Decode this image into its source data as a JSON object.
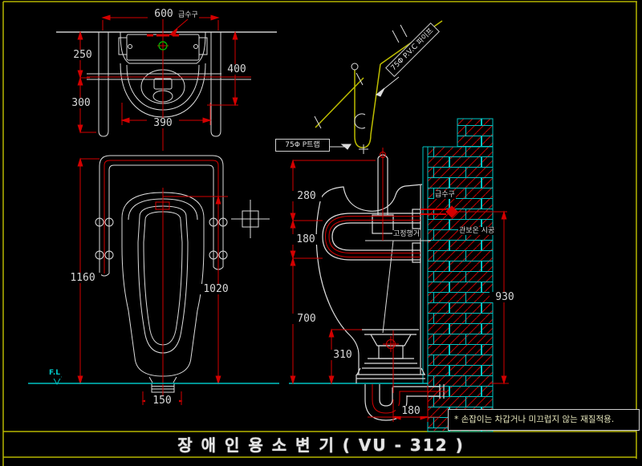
{
  "colors": {
    "background": "#000000",
    "line_red": "#d40000",
    "line_cyan": "#00c3c3",
    "line_yellow": "#bdbd00",
    "line_green": "#00c000",
    "line_white": "#dcdcdc",
    "frame_yellow": "#b5b500",
    "dim_text": "#d8d8d8",
    "note_text": "#e6e6bc"
  },
  "plan": {
    "dim_width": "600",
    "dim_left_upper": "250",
    "dim_left_lower": "300",
    "dim_right": "400",
    "dim_bowl_width": "390",
    "water_inlet_label": "급수구"
  },
  "front": {
    "dim_bar_height": "1160",
    "dim_rim_height": "1020",
    "dim_drain_width": "150",
    "floor_level_label": "F.L"
  },
  "pipe_detail": {
    "pvc_pipe_label": "75Φ P.V.C 파이프",
    "p_trap_label": "75Φ P트랩"
  },
  "side": {
    "dim_top": "280",
    "dim_bar_gap": "180",
    "dim_rim": "700",
    "dim_spreader": "310",
    "dim_inlet_height": "930",
    "dim_trap_offset": "180",
    "water_inlet_label": "급수구",
    "fixing_hanger_label": "고정행거",
    "insulation_label": "관보온 시공"
  },
  "note": {
    "text": "* 손잡이는 차갑거나 미끄럽지 않는 재질적용."
  },
  "title_block": {
    "title": "장 애 인 용   소 변 기   ( VU - 312 )"
  }
}
